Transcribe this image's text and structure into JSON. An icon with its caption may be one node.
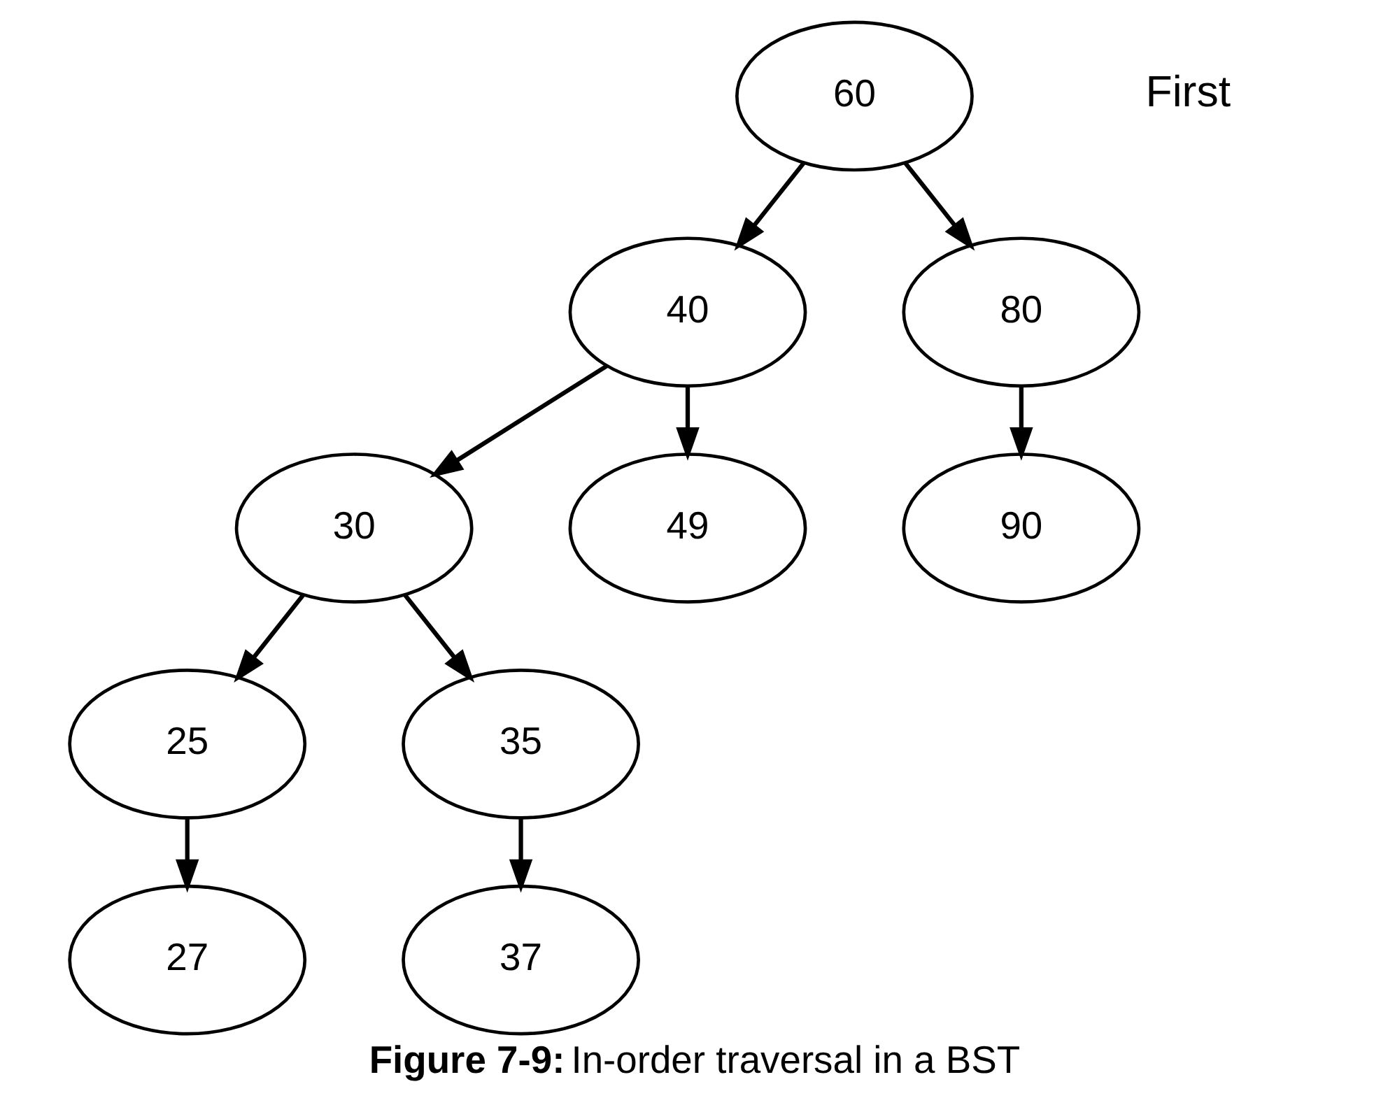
{
  "diagram": {
    "caption": "**Figure 7-9:** In-order traversal in a BST",
    "nodes": [
      {
        "text": [
          "60"
        ]
      },
      {
        "text": [
          "40"
        ]
      },
      {
        "text": [
          "80"
        ]
      },
      {
        "text": [
          "30"
        ]
      },
      {
        "text": [
          "49"
        ]
      },
      {
        "text": [
          "90"
        ]
      },
      {
        "text": [
          "25"
        ]
      },
      {
        "text": [
          "35"
        ]
      },
      {
        "text": [
          "27"
        ]
      },
      {
        "text": [
          "37"
        ]
      }
    ],
    "edges": [
      {
        "from": 0,
        "to": 1,
        "arrow": "to"
      },
      {
        "from": 0,
        "to": 2,
        "arrow": "to"
      },
      {
        "from": 1,
        "to": 3,
        "arrow": "to"
      },
      {
        "from": 1,
        "to": 4,
        "arrow": "to"
      },
      {
        "from": 2,
        "to": 5,
        "arrow": "to"
      },
      {
        "from": 3,
        "to": 6,
        "arrow": "to"
      },
      {
        "from": 3,
        "to": 7,
        "arrow": "to"
      },
      {
        "from": 6,
        "to": 8,
        "arrow": "to"
      },
      {
        "from": 7,
        "to": 9,
        "arrow": "to"
      }
    ],
    "labels": [
      "First"
    ]
  }
}
